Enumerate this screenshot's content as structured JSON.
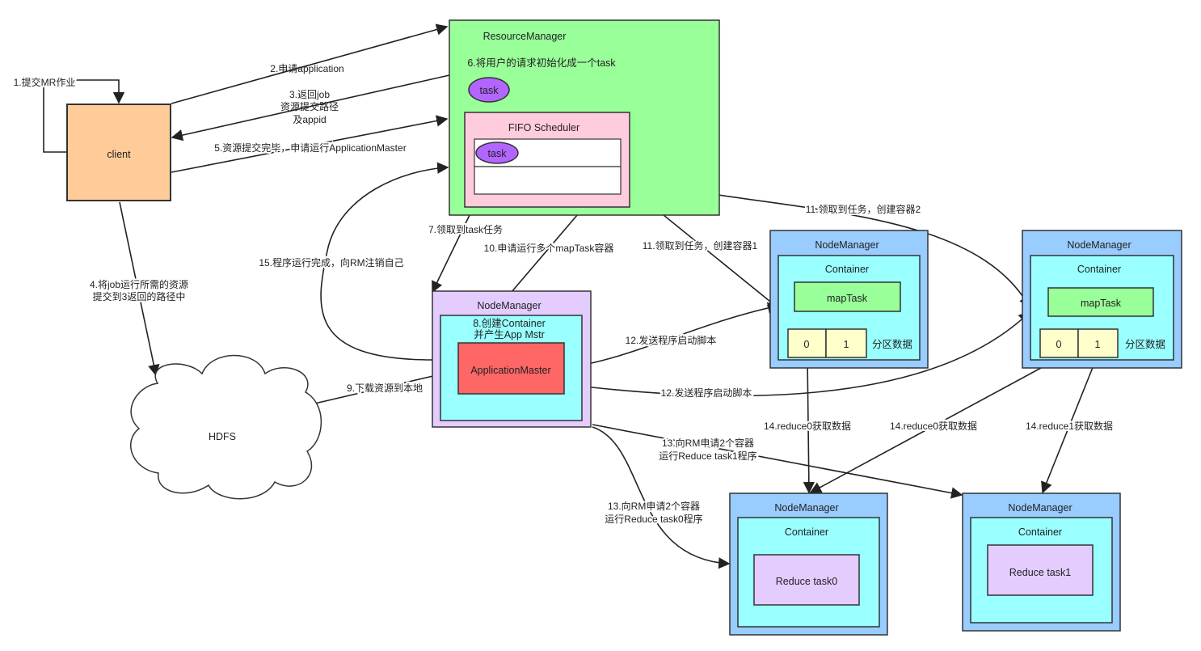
{
  "client": {
    "label": "client"
  },
  "hdfs": {
    "label": "HDFS"
  },
  "resource_manager": {
    "title": "ResourceManager",
    "init_text": "6.将用户的请求初始化成一个task",
    "task_label": "task",
    "fifo": {
      "title": "FIFO Scheduler",
      "task_label": "task"
    }
  },
  "am_node": {
    "title": "NodeManager",
    "container_text_line1": "8.创建Container",
    "container_text_line2": "并产生App Mstr",
    "app_master": "ApplicationMaster"
  },
  "map_node_1": {
    "title": "NodeManager",
    "container": "Container",
    "task": "mapTask",
    "partitions": [
      "0",
      "1"
    ],
    "partition_label": "分区数据"
  },
  "map_node_2": {
    "title": "NodeManager",
    "container": "Container",
    "task": "mapTask",
    "partitions": [
      "0",
      "1"
    ],
    "partition_label": "分区数据"
  },
  "reduce_node_0": {
    "title": "NodeManager",
    "container": "Container",
    "task": "Reduce task0"
  },
  "reduce_node_1": {
    "title": "NodeManager",
    "container": "Container",
    "task": "Reduce task1"
  },
  "edges": {
    "step1": "1.提交MR作业",
    "step2": "2.申请application",
    "step3_line1": "3.返回job",
    "step3_line2": "资源提交路径",
    "step3_line3": "及appid",
    "step4_line1": "4.将job运行所需的资源",
    "step4_line2": "提交到3返回的路径中",
    "step5": "5.资源提交完毕，申请运行ApplicationMaster",
    "step7": "7.领取到task任务",
    "step9": "9.下载资源到本地",
    "step10": "10.申请运行多个mapTask容器",
    "step11a": "11.领取到任务，创建容器1",
    "step11b": "11.领取到任务，创建容器2",
    "step12a": "12.发送程序启动脚本",
    "step12b": "12.发送程序启动脚本",
    "step13a_line1": "13.向RM申请2个容器",
    "step13a_line2": "运行Reduce task1程序",
    "step13b_line1": "13.向RM申请2个容器",
    "step13b_line2": "运行Reduce task0程序",
    "step14a": "14.reduce0获取数据",
    "step14b": "14.reduce0获取数据",
    "step14c": "14.reduce1获取数据",
    "step15": "15.程序运行完成，向RM注销自己"
  },
  "colors": {
    "client": "#ffcc99",
    "resource_manager": "#99ff99",
    "fifo": "#ffccdd",
    "task": "#b266ff",
    "node_manager": "#99ccff",
    "container": "#99ffff",
    "map_task": "#99ff99",
    "partition": "#ffffcc",
    "am_node": "#e5ccff",
    "app_master": "#ff6666",
    "reduce_task": "#e5ccff"
  }
}
